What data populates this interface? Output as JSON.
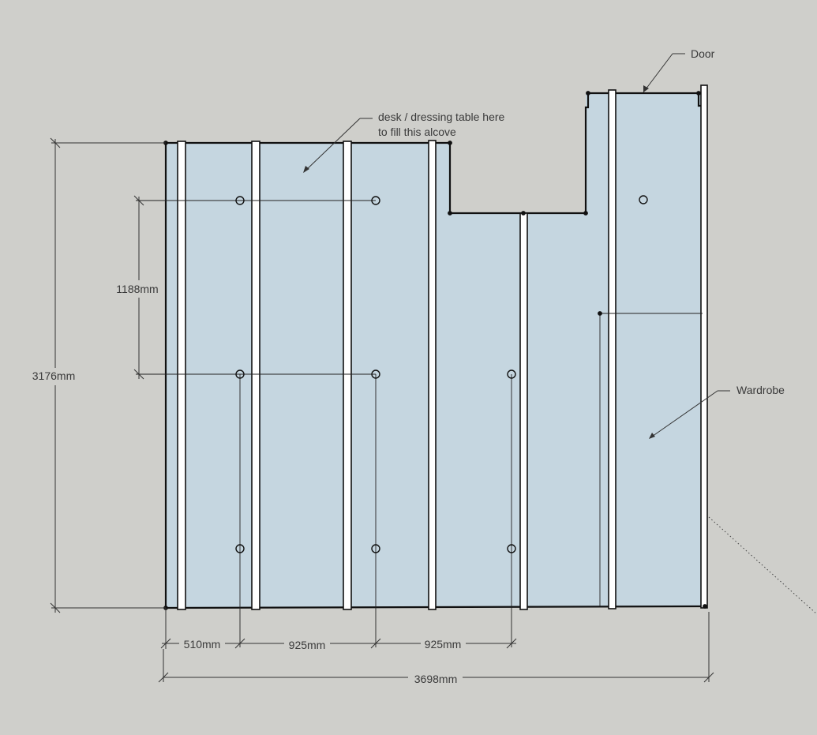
{
  "labels": {
    "door": "Door",
    "desk_line1": "desk / dressing table here",
    "desk_line2": "to fill this alcove",
    "wardrobe": "Wardrobe"
  },
  "dimensions": {
    "height_total": "3176mm",
    "light_spacing_vertical": "1188mm",
    "offset_first": "510mm",
    "spacing_1": "925mm",
    "spacing_2": "925mm",
    "width_total": "3698mm"
  },
  "colors": {
    "background": "#cfcfcb",
    "floor": "#c5d6e0",
    "walls": "#ffffff",
    "lines": "#111111"
  },
  "icons": {
    "light_fitting": "circle-icon"
  }
}
